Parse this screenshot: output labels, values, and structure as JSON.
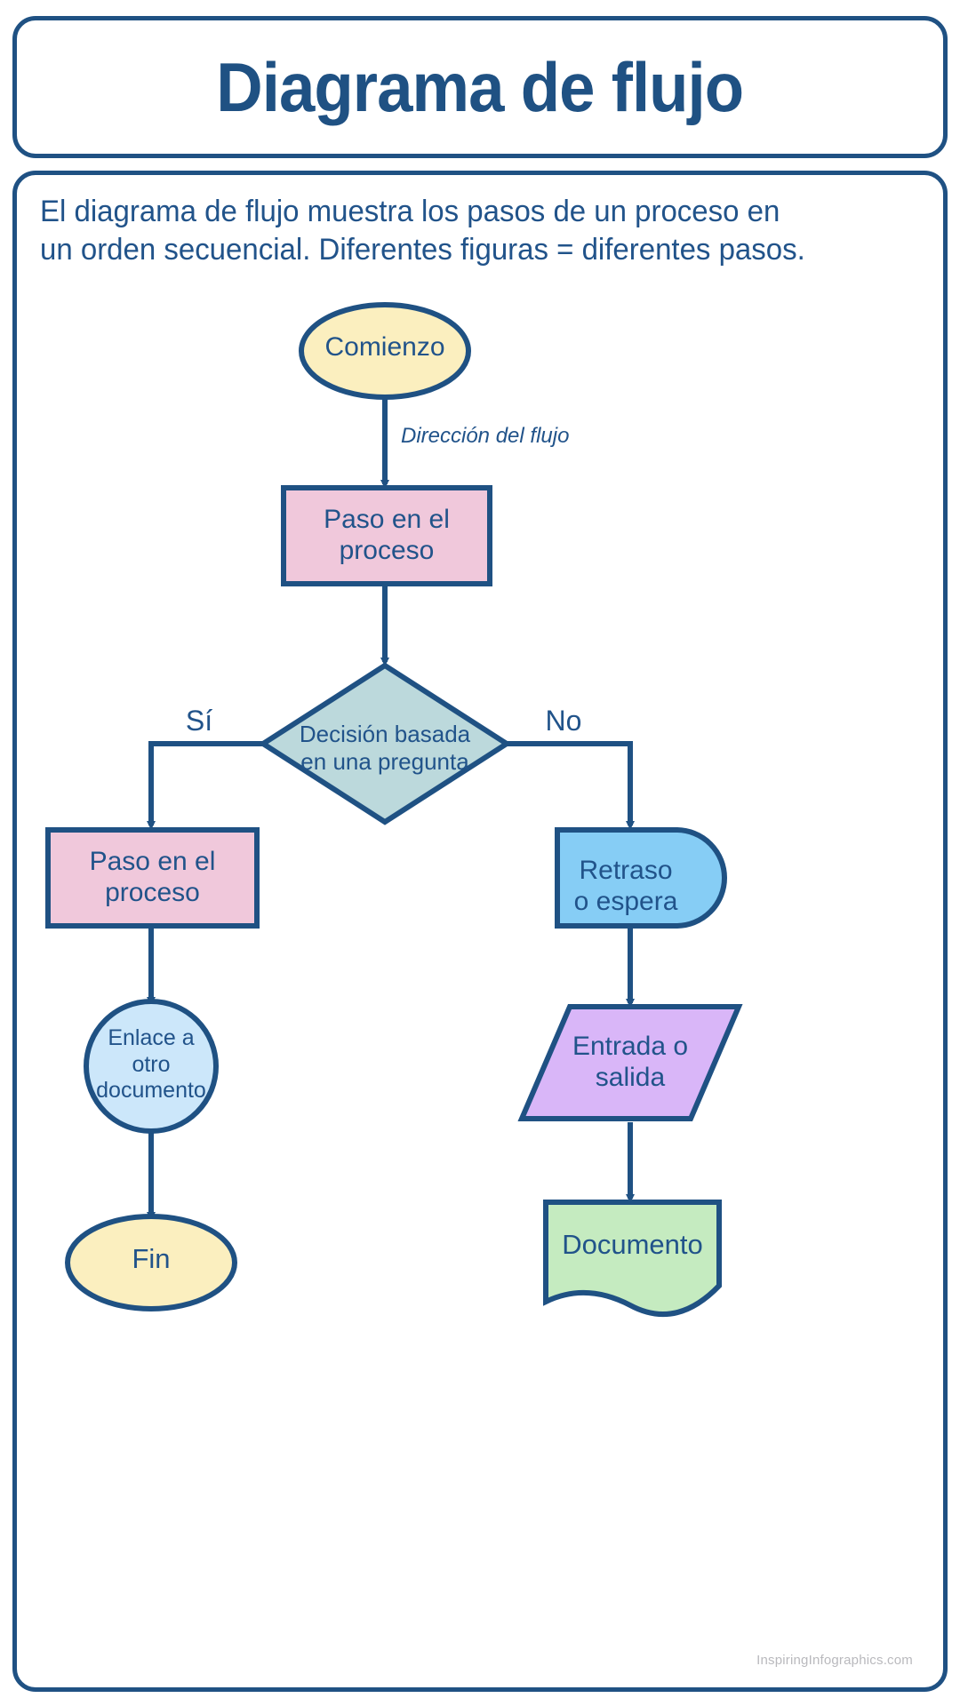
{
  "header": {
    "title": "Diagrama de flujo"
  },
  "intro": {
    "line1": "El diagrama de flujo muestra los pasos de un proceso en",
    "line2": "un orden secuencial. Diferentes figuras = diferentes pasos."
  },
  "colors": {
    "stroke": "#1f5183",
    "text": "#21538a",
    "terminator_fill": "#fbefbf",
    "process_fill": "#f0c8db",
    "decision_fill": "#bcd9dc",
    "connector_fill": "#cce7fa",
    "delay_fill": "#86cdf5",
    "io_fill": "#d9b6f8",
    "document_fill": "#c5ebc0",
    "card_background": "#ffffff",
    "watermark": "#b9b9bd"
  },
  "chart_data": {
    "type": "diagram",
    "title": "Diagrama de flujo",
    "nodes": [
      {
        "id": "start",
        "shape": "ellipse",
        "label": "Comienzo",
        "fill": "#fbefbf"
      },
      {
        "id": "process1",
        "shape": "rectangle",
        "label": "Paso en el proceso",
        "fill": "#f0c8db"
      },
      {
        "id": "decision",
        "shape": "diamond",
        "label": "Decisión basada en una pregunta",
        "fill": "#bcd9dc"
      },
      {
        "id": "process2",
        "shape": "rectangle",
        "label": "Paso en el proceso",
        "fill": "#f0c8db"
      },
      {
        "id": "connector",
        "shape": "circle",
        "label": "Enlace a otro documento",
        "fill": "#cce7fa"
      },
      {
        "id": "end",
        "shape": "ellipse",
        "label": "Fin",
        "fill": "#fbefbf"
      },
      {
        "id": "delay",
        "shape": "delay",
        "label": "Retraso o espera",
        "fill": "#86cdf5"
      },
      {
        "id": "io",
        "shape": "parallelogram",
        "label": "Entrada o salida",
        "fill": "#d9b6f8"
      },
      {
        "id": "document",
        "shape": "document",
        "label": "Documento",
        "fill": "#c5ebc0"
      }
    ],
    "edges": [
      {
        "from": "start",
        "to": "process1",
        "label": "Dirección del flujo"
      },
      {
        "from": "process1",
        "to": "decision",
        "label": ""
      },
      {
        "from": "decision",
        "to": "process2",
        "label": "Sí"
      },
      {
        "from": "decision",
        "to": "delay",
        "label": "No"
      },
      {
        "from": "process2",
        "to": "connector",
        "label": ""
      },
      {
        "from": "connector",
        "to": "end",
        "label": ""
      },
      {
        "from": "delay",
        "to": "io",
        "label": ""
      },
      {
        "from": "io",
        "to": "document",
        "label": ""
      }
    ]
  },
  "nodes": {
    "start": {
      "label": "Comienzo"
    },
    "process1": {
      "line1": "Paso en el",
      "line2": "proceso"
    },
    "decision": {
      "line1": "Decisión basada",
      "line2": "en una pregunta"
    },
    "process2": {
      "line1": "Paso en el",
      "line2": "proceso"
    },
    "connector": {
      "line1": "Enlace a",
      "line2": "otro",
      "line3": "documento"
    },
    "end": {
      "label": "Fin"
    },
    "delay": {
      "line1": "Retraso",
      "line2": "o espera"
    },
    "io": {
      "line1": "Entrada o",
      "line2": "salida"
    },
    "document": {
      "label": "Documento"
    }
  },
  "edge_labels": {
    "flow_direction": "Dirección del flujo",
    "yes": "Sí",
    "no": "No"
  },
  "footer": {
    "watermark": "InspiringInfographics.com"
  }
}
